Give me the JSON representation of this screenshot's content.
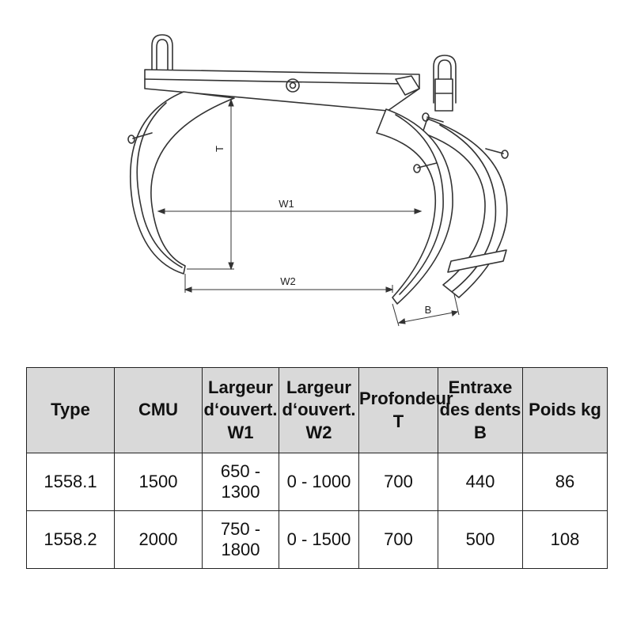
{
  "drawing": {
    "labels": {
      "t": "T",
      "w1": "W1",
      "w2": "W2",
      "b": "B"
    }
  },
  "table": {
    "headers": {
      "type": "Type",
      "cmu": "CMU",
      "w1": "Largeur d‘ouvert. W1",
      "w2": "Largeur d‘ouvert. W2",
      "t": "Profondeur T",
      "b": "Entraxe des dents B",
      "kg": "Poids kg"
    },
    "rows": [
      {
        "type": "1558.1",
        "cmu": "1500",
        "w1": "650 - 1300",
        "w2": "0 - 1000",
        "t": "700",
        "b": "440",
        "kg": "86"
      },
      {
        "type": "1558.2",
        "cmu": "2000",
        "w1": "750 - 1800",
        "w2": "0 - 1500",
        "t": "700",
        "b": "500",
        "kg": "108"
      }
    ]
  }
}
